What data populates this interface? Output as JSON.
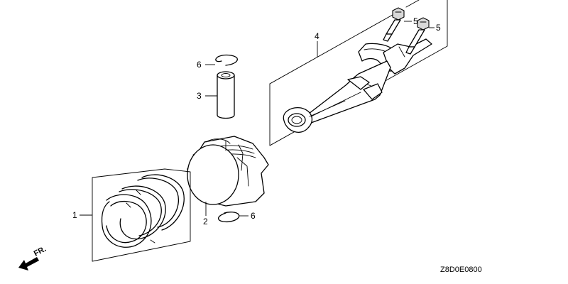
{
  "callouts": {
    "conrod_assembly": "4",
    "bolt_left": "5",
    "bolt_right": "5",
    "clip_top": "6",
    "piston_pin": "3",
    "piston": "2",
    "clip_bottom": "6",
    "ring_set": "1"
  },
  "direction_label": "FR.",
  "diagram_code": "Z8D0E0800"
}
